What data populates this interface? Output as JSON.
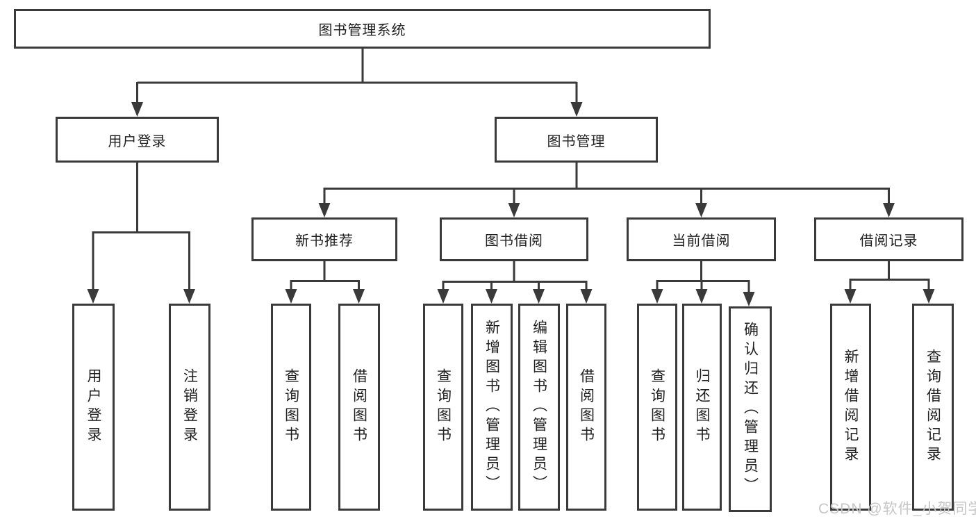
{
  "diagram_title": "图书管理系统",
  "watermark": "CSDN @软件_小贺同学",
  "colors": {
    "line": "#3a3a3a",
    "text": "#1f1f1f",
    "background": "#ffffff",
    "watermark": "#c6c6c6"
  },
  "tree": {
    "root": {
      "label": "图书管理系统"
    },
    "branches": [
      {
        "label": "用户登录",
        "children": [
          {
            "label": "用户登录"
          },
          {
            "label": "注销登录"
          }
        ]
      },
      {
        "label": "图书管理",
        "children": [
          {
            "label": "新书推荐",
            "children": [
              {
                "label": "查询图书"
              },
              {
                "label": "借阅图书"
              }
            ]
          },
          {
            "label": "图书借阅",
            "children": [
              {
                "label": "查询图书"
              },
              {
                "label": "新增图书（管理员）"
              },
              {
                "label": "编辑图书（管理员）"
              },
              {
                "label": "借阅图书"
              }
            ]
          },
          {
            "label": "当前借阅",
            "children": [
              {
                "label": "查询图书"
              },
              {
                "label": "归还图书"
              },
              {
                "label": "确认归还（管理员）"
              }
            ]
          },
          {
            "label": "借阅记录",
            "children": [
              {
                "label": "新增借阅记录"
              },
              {
                "label": "查询借阅记录"
              }
            ]
          }
        ]
      }
    ]
  }
}
